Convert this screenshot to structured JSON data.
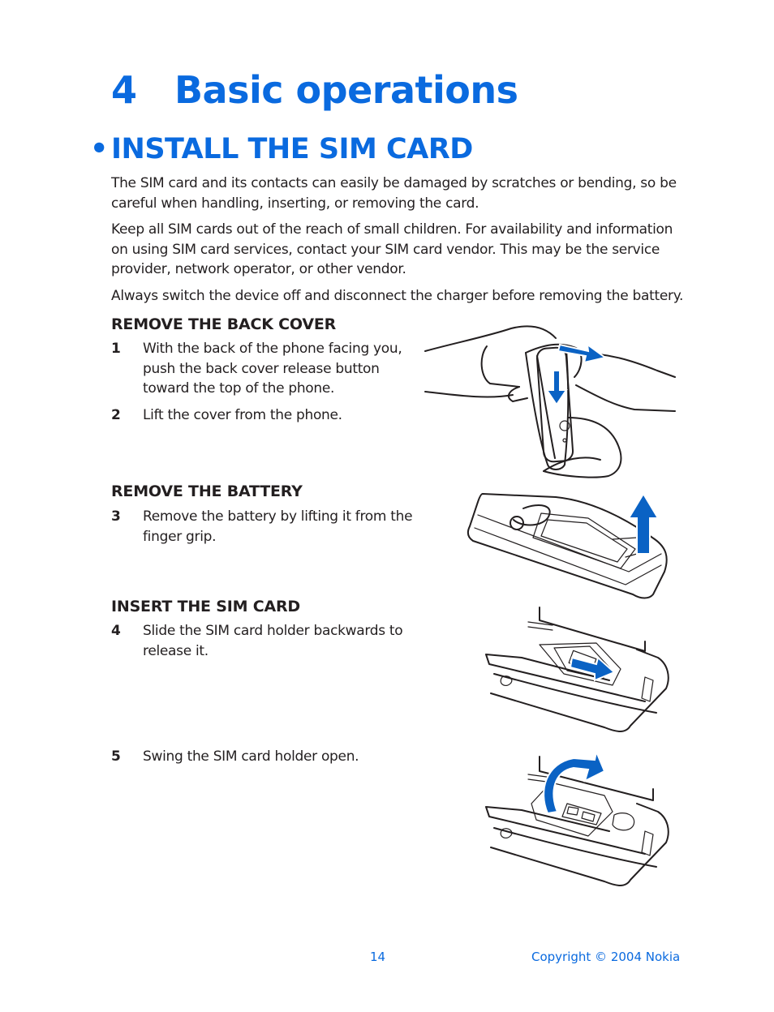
{
  "chapter": {
    "number": "4",
    "title": "Basic operations"
  },
  "section": {
    "bullet": "•",
    "title": "INSTALL THE SIM CARD"
  },
  "paragraphs": [
    "The SIM card and its contacts can easily be damaged by scratches or bending, so be careful when handling, inserting, or removing the card.",
    "Keep all SIM cards out of the reach of small children. For availability and information on using SIM card services, contact your SIM card vendor. This may be the service provider, network operator, or other vendor.",
    "Always switch the device off and disconnect the charger before removing the battery."
  ],
  "subsections": [
    {
      "title": "REMOVE THE BACK COVER"
    },
    {
      "title": "REMOVE THE BATTERY"
    },
    {
      "title": "INSERT THE SIM CARD"
    }
  ],
  "steps": [
    {
      "number": "1",
      "text": "With the back of the phone facing you, push the back cover release button toward the top of the phone."
    },
    {
      "number": "2",
      "text": "Lift the cover from the phone."
    },
    {
      "number": "3",
      "text": "Remove the battery by lifting it from the finger grip."
    },
    {
      "number": "4",
      "text": "Slide the SIM card holder backwards to release it."
    },
    {
      "number": "5",
      "text": "Swing the SIM card holder open."
    }
  ],
  "footer": {
    "page_number": "14",
    "copyright": "Copyright © 2004 Nokia"
  },
  "colors": {
    "accent": "#0a6adf",
    "text": "#231f20",
    "arrow": "#0a62c4"
  }
}
